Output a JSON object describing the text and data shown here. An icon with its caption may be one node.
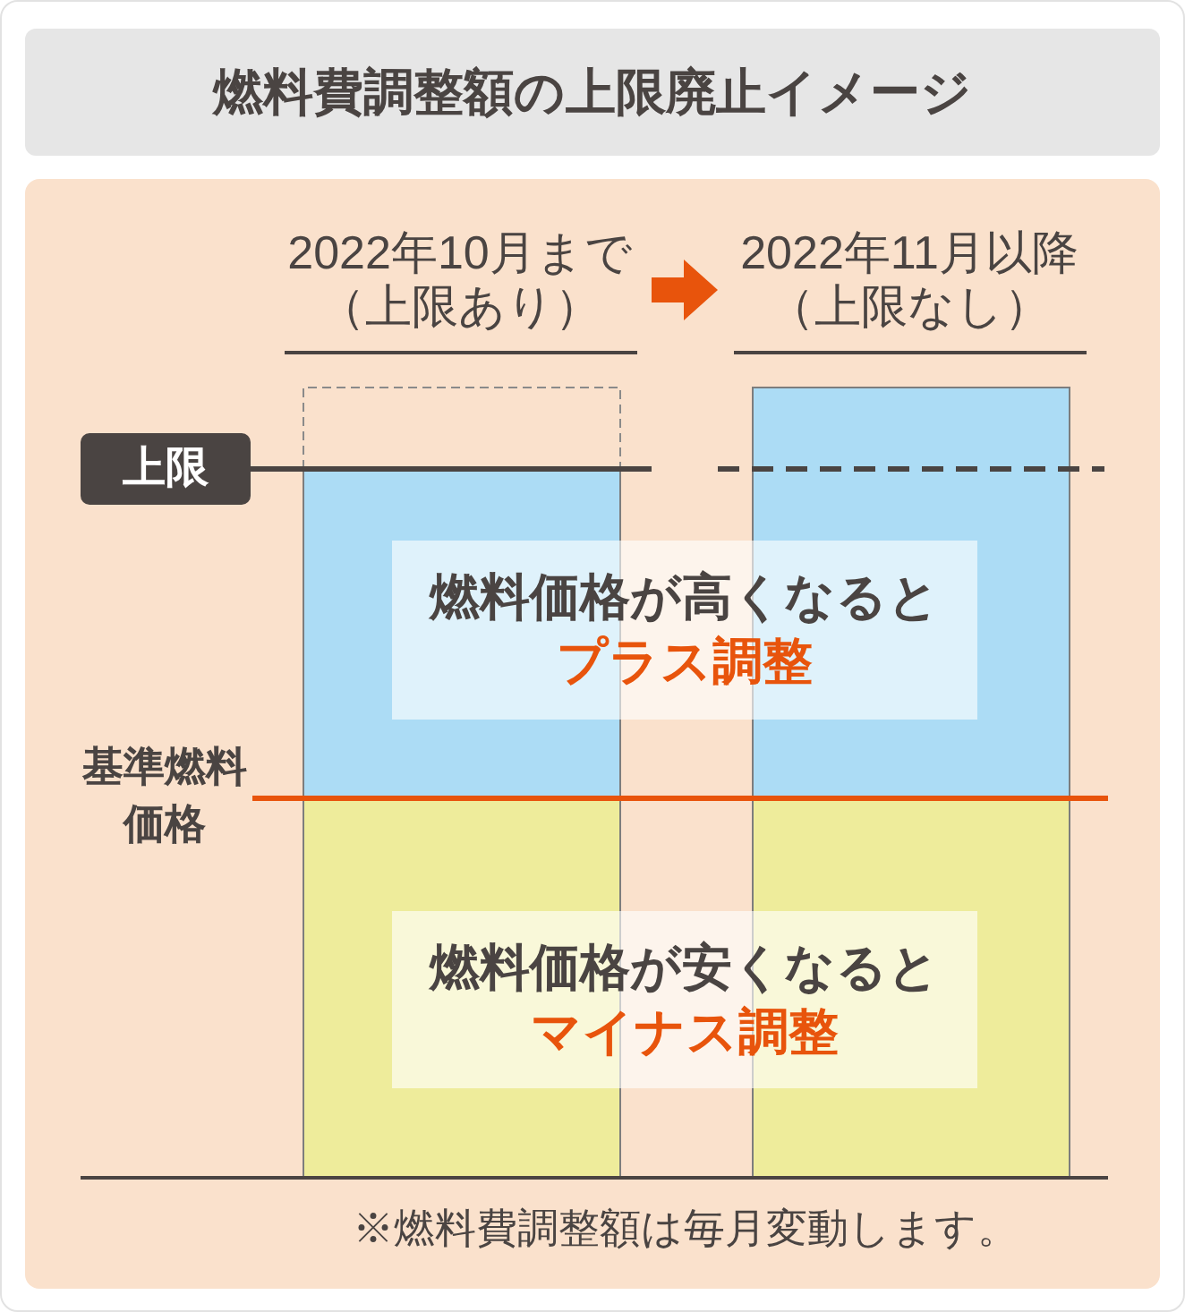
{
  "diagram": {
    "title": "燃料費調整額の上限廃止イメージ",
    "nodes": [
      {
        "text": [
          "2022年10月まで（上限あり）"
        ]
      },
      {
        "text": [
          "2022年11月以降（上限なし）"
        ]
      },
      {
        "text": [],
        "shape": "bar"
      },
      {
        "text": [],
        "shape": "bar"
      },
      {
        "text": [
          "上限"
        ]
      },
      {
        "text": [
          "燃料価格が高くなると",
          "プラス調整"
        ]
      },
      {
        "text": [
          "燃料価格が安くなると",
          "マイナス調整"
        ]
      }
    ],
    "edges": [
      {
        "from": 0,
        "to": 1,
        "arrow": "to"
      }
    ],
    "labels": [
      "基準燃料価格",
      "※燃料費調整額は毎月変動します。"
    ]
  }
}
